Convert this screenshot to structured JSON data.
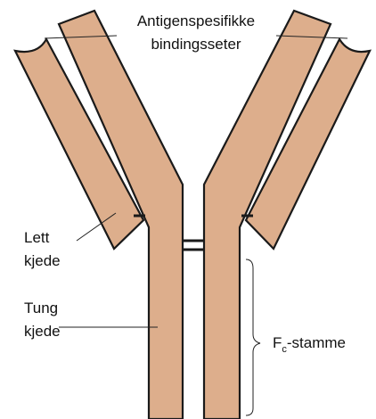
{
  "colors": {
    "chain_fill": "#DDAE8C",
    "outline": "#1A1A1A",
    "background": "#FFFFFF"
  },
  "labels": {
    "binding_sites_line1": "Antigenspesifikke",
    "binding_sites_line2": "bindingsseter",
    "light_chain_line1": "Lett",
    "light_chain_line2": "kjede",
    "heavy_chain_line1": "Tung",
    "heavy_chain_line2": "kjede",
    "fc_stem_main": "F",
    "fc_stem_subscript": "c",
    "fc_stem_rest": "-stamme"
  }
}
